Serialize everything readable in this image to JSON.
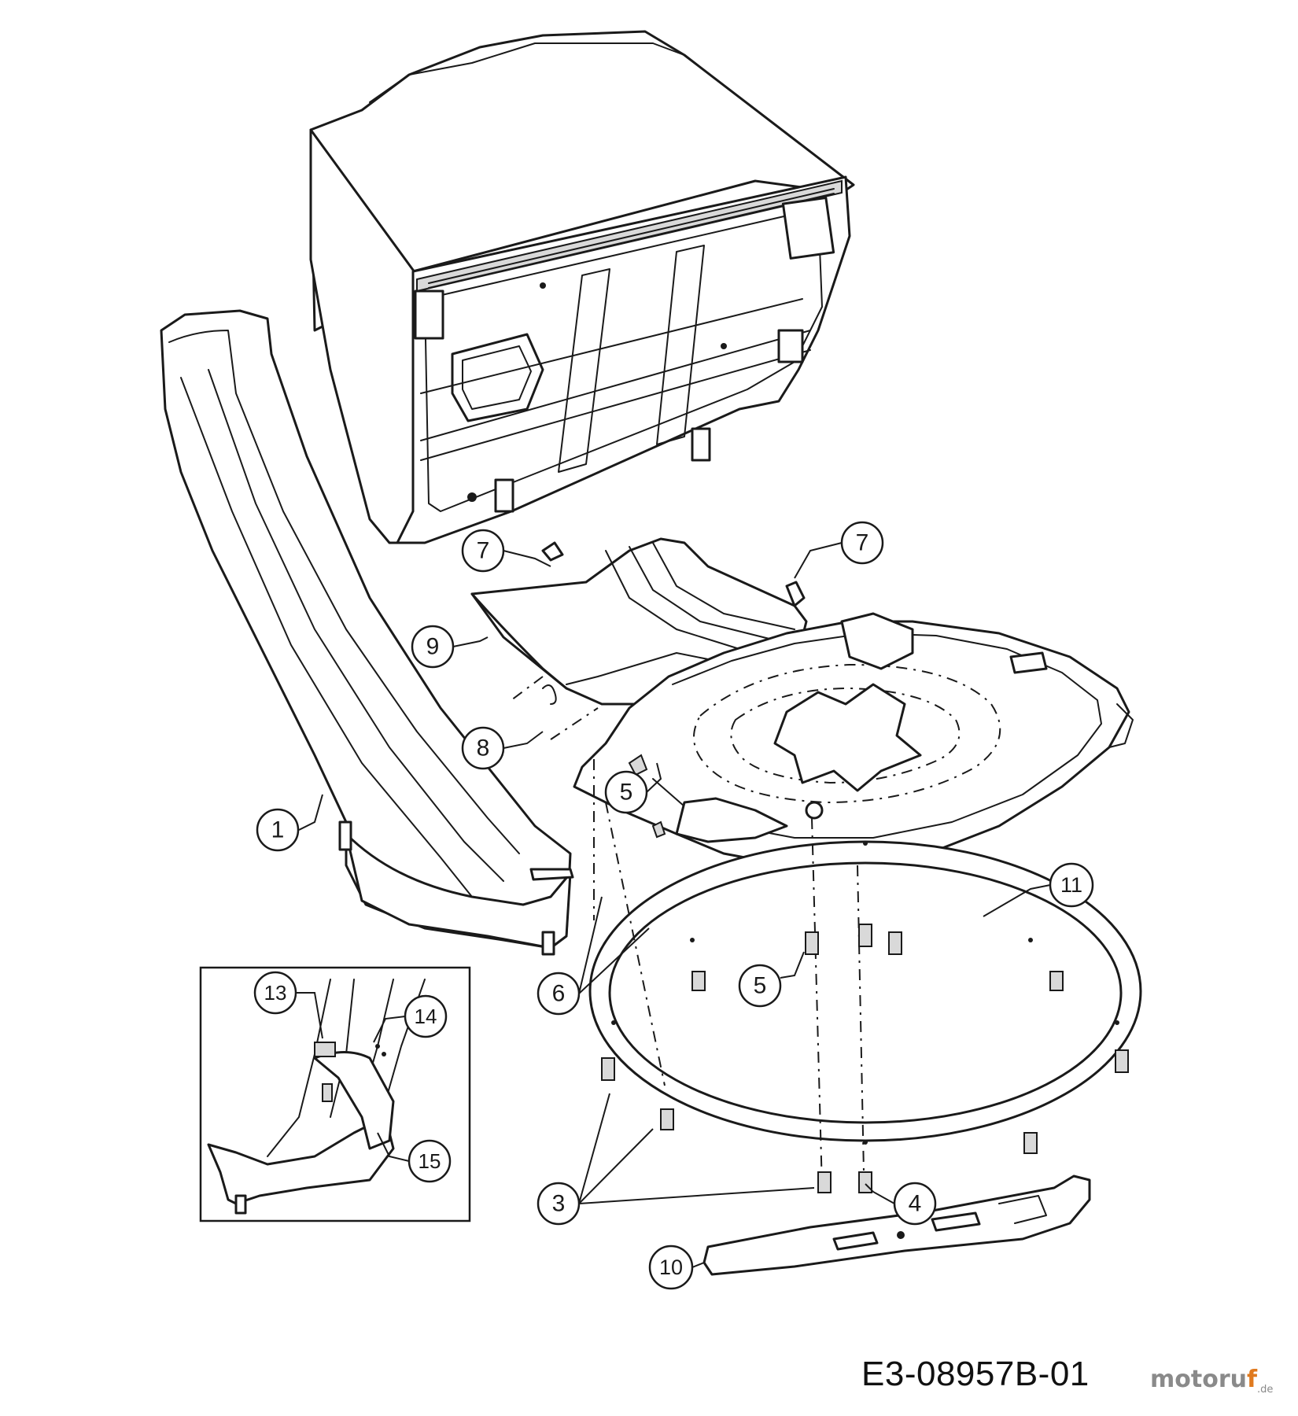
{
  "callouts": [
    {
      "label": "1",
      "part": "discharge-chute"
    },
    {
      "label": "3",
      "part": "screw"
    },
    {
      "label": "4",
      "part": "nut"
    },
    {
      "label": "5",
      "part": "bolt"
    },
    {
      "label": "5",
      "part": "bolt"
    },
    {
      "label": "6",
      "part": "bolt"
    },
    {
      "label": "7",
      "part": "clip"
    },
    {
      "label": "7",
      "part": "clip"
    },
    {
      "label": "8",
      "part": "spring"
    },
    {
      "label": "9",
      "part": "deflector"
    },
    {
      "label": "10",
      "part": "blade"
    },
    {
      "label": "11",
      "part": "deck-ring"
    },
    {
      "label": "13",
      "part": "clip"
    },
    {
      "label": "14",
      "part": "screw"
    },
    {
      "label": "15",
      "part": "bracket"
    }
  ],
  "diagram_id": "E3-08957B-01",
  "watermark": {
    "main": "motoruf",
    "accent_letter": "f",
    "suffix": ".de"
  }
}
